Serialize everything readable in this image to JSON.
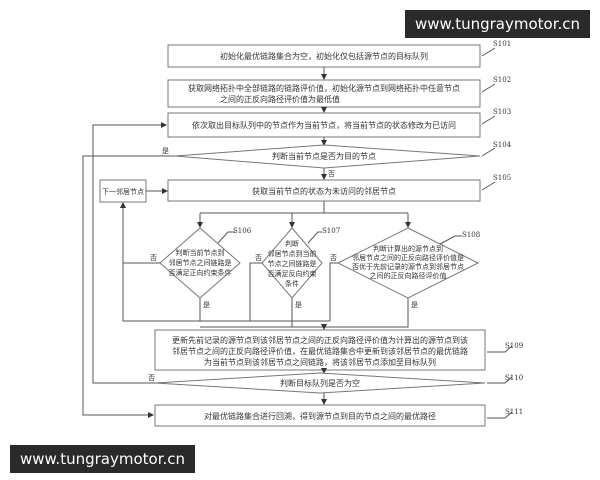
{
  "watermark": "www.tungraymotor.cn",
  "steps": {
    "s101": {
      "label": "S101",
      "text": "初始化最优链路集合为空，初始化仅包括源节点的目标队列"
    },
    "s102": {
      "label": "S102",
      "lines": [
        "获取网络拓扑中全部链路的链路评价值，初始化源节点到网络拓扑中任意节点",
        "之间的正反向路径评价值为最低值"
      ]
    },
    "s103": {
      "label": "S103",
      "text": "依次取出目标队列中的节点作为当前节点，将当前节点的状态修改为已访问"
    },
    "s104": {
      "label": "S104",
      "text": "判断当前节点是否为目的节点"
    },
    "s105": {
      "label": "S105",
      "text": "获取当前节点的状态为未访问的邻居节点"
    },
    "next_neighbor": "下一邻居节点",
    "s106": {
      "label": "S106",
      "lines": [
        "判断当前节点到",
        "邻居节点之间链路是",
        "否满足正向约束条件"
      ]
    },
    "s107": {
      "label": "S107",
      "lines": [
        "判断",
        "邻居节点到当前",
        "节点之间链路是",
        "否满足反向约束",
        "条件"
      ]
    },
    "s108": {
      "label": "S108",
      "lines": [
        "判断计算出的源节点到",
        "邻居节点之间的正反向路径评价值是",
        "否优于先前记录的源节点到邻居节点",
        "之间的正反向路径评价值"
      ]
    },
    "s109": {
      "label": "S109",
      "lines": [
        "更新先前记录的源节点到该邻居节点之间的正反向路径评价值为计算出的源节点到该",
        "邻居节点之间的正反向路径评价值，在最优链路集合中更新到该邻居节点的最优链路",
        "为当前节点到该邻居节点之间链路，将该邻居节点添加至目标队列"
      ]
    },
    "s110": {
      "label": "S110",
      "text": "判断目标队列是否为空"
    },
    "s111": {
      "label": "S111",
      "text": "对最优链路集合进行回溯，得到源节点到目的节点之间的最优路径"
    }
  },
  "yes": "是",
  "no": "否"
}
